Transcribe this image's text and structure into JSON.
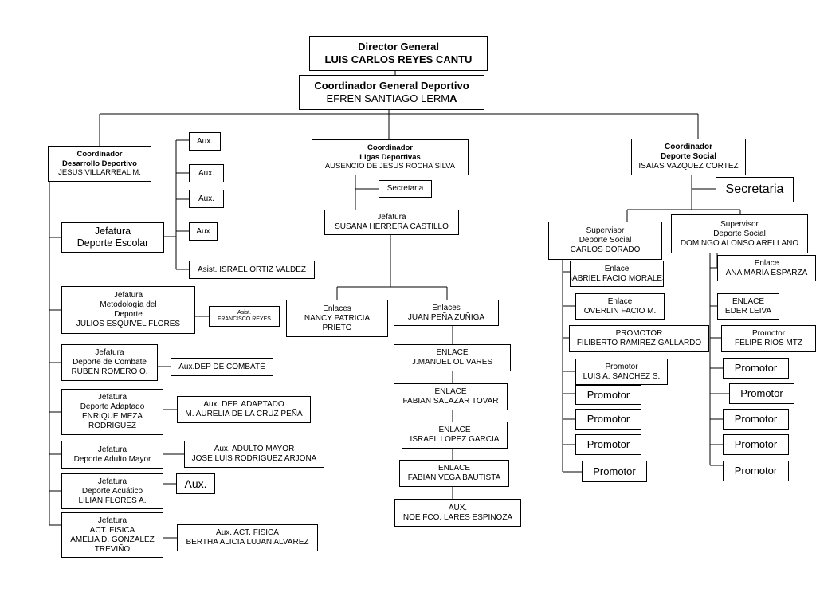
{
  "director": {
    "title": "Director General",
    "name": "LUIS CARLOS REYES CANTU"
  },
  "coordinator_general": {
    "title": "Coordinador General Deportivo",
    "name_main": "EFREN SANTIAGO LERM",
    "name_last": "A"
  },
  "left": {
    "coord": {
      "line1": "Coordinador",
      "line2": "Desarrollo Deportivo",
      "line3": "JESUS VILLARREAL M."
    },
    "aux1": "Aux.",
    "aux2": "Aux.",
    "aux3": "Aux.",
    "aux4": "Aux",
    "asist": "Asist. ISRAEL ORTIZ VALDEZ",
    "escolar": {
      "line1": "Jefatura",
      "line2": "Deporte Escolar"
    },
    "metodologia": {
      "line1": "Jefatura",
      "line2": "Metodología del",
      "line3": "Deporte",
      "line4": "JULIOS ESQUIVEL FLORES"
    },
    "metodologia_asist": {
      "line1": "Asist.",
      "line2": "FRANCISCO REYES"
    },
    "combate": {
      "line1": "Jefatura",
      "line2": "Deporte de Combate",
      "line3": "RUBEN ROMERO O."
    },
    "combate_aux": "Aux.DEP DE COMBATE",
    "adaptado": {
      "line1": "Jefatura",
      "line2": "Deporte Adaptado",
      "line3": "ENRIQUE MEZA",
      "line4": "RODRIGUEZ"
    },
    "adaptado_aux": {
      "line1": "Aux. DEP. ADAPTADO",
      "line2": "M. AURELIA DE LA CRUZ PEÑA"
    },
    "adulto": {
      "line1": "Jefatura",
      "line2": "Deporte Adulto Mayor"
    },
    "adulto_aux": {
      "line1": "Aux. ADULTO MAYOR",
      "line2": "JOSE LUIS RODRIGUEZ ARJONA"
    },
    "acuatico": {
      "line1": "Jefatura",
      "line2": "Deporte Acuático",
      "line3": "LILIAN FLORES A."
    },
    "acuatico_aux": "Aux.",
    "actfisica": {
      "line1": "Jefatura",
      "line2": "ACT. FISICA",
      "line3": "AMELIA  D. GONZALEZ",
      "line4": "TREVIÑO"
    },
    "actfisica_aux": {
      "line1": "Aux. ACT. FISICA",
      "line2": "BERTHA ALICIA LUJAN ALVAREZ"
    }
  },
  "center": {
    "coord": {
      "line1": "Coordinador",
      "line2": "Ligas Deportivas",
      "line3": "AUSENCIO DE JESUS ROCHA SILVA"
    },
    "secretaria": "Secretaria",
    "jefatura": {
      "line1": "Jefatura",
      "line2": "SUSANA HERRERA CASTILLO"
    },
    "enlaces1": {
      "line1": "Enlaces",
      "line2": "NANCY PATRICIA",
      "line3": "PRIETO"
    },
    "enlaces2": {
      "line1": "Enlaces",
      "line2": "JUAN PEÑA  ZUÑIGA"
    },
    "enlace1": {
      "line1": "ENLACE",
      "line2": "J.MANUEL OLIVARES"
    },
    "enlace2": {
      "line1": "ENLACE",
      "line2": "FABIAN SALAZAR TOVAR"
    },
    "enlace3": {
      "line1": "ENLACE",
      "line2": "ISRAEL LOPEZ GARCIA"
    },
    "enlace4": {
      "line1": "ENLACE",
      "line2": "FABIAN VEGA BAUTISTA"
    },
    "aux": {
      "line1": "AUX.",
      "line2": "NOE FCO. LARES ESPINOZA"
    }
  },
  "right": {
    "coord": {
      "line1": "Coordinador",
      "line2": "Deporte Social",
      "line3": "ISAIAS VAZQUEZ CORTEZ"
    },
    "secretaria": "Secretaria",
    "sup1": {
      "line1": "Supervisor",
      "line2": "Deporte Social",
      "line3": "CARLOS DORADO"
    },
    "sup2": {
      "line1": "Supervisor",
      "line2": "Deporte Social",
      "line3": "DOMINGO ALONSO ARELLANO"
    },
    "l_enlace1": {
      "line1": "Enlace",
      "line2": "GABRIEL FACIO MORALES"
    },
    "l_enlace2": {
      "line1": "Enlace",
      "line2": "OVERLIN FACIO M."
    },
    "l_promotor1": {
      "line1": "PROMOTOR",
      "line2": "FILIBERTO RAMIREZ GALLARDO"
    },
    "l_promotor2": {
      "line1": "Promotor",
      "line2": "LUIS A. SANCHEZ S."
    },
    "l_prom_a": "Promotor",
    "l_prom_b": "Promotor",
    "l_prom_c": "Promotor",
    "l_prom_d": "Promotor",
    "r_enlace1": {
      "line1": "Enlace",
      "line2": "ANA MARIA ESPARZA"
    },
    "r_enlace2": {
      "line1": "ENLACE",
      "line2": "EDER LEIVA"
    },
    "r_promotor1": {
      "line1": "Promotor",
      "line2": "FELIPE RIOS MTZ"
    },
    "r_prom_a": "Promotor",
    "r_prom_b": "Promotor",
    "r_prom_c": "Promotor",
    "r_prom_d": "Promotor",
    "r_prom_e": "Promotor"
  }
}
